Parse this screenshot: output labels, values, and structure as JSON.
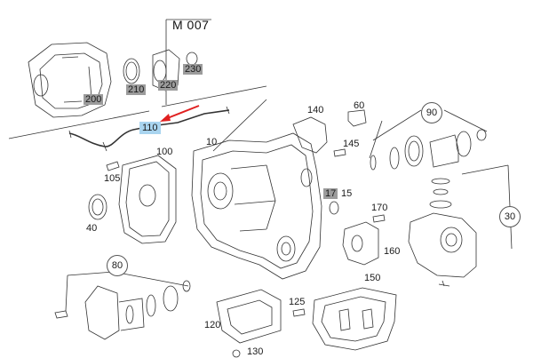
{
  "diagram": {
    "title": "M 007",
    "accent_color": "#e02020",
    "highlight_color": "#a9d4ef",
    "grey_label_color": "#9c9c9c",
    "labels": {
      "p200": "200",
      "p210": "210",
      "p220": "220",
      "p230": "230",
      "p110": "110",
      "p10": "10",
      "p100": "100",
      "p105": "105",
      "p40": "40",
      "p140": "140",
      "p60": "60",
      "p145": "145",
      "p90": "90",
      "p17": "17",
      "p15": "15",
      "p170": "170",
      "p160": "160",
      "p30": "30",
      "p80": "80",
      "p120": "120",
      "p125": "125",
      "p150": "150",
      "p130": "130"
    }
  }
}
